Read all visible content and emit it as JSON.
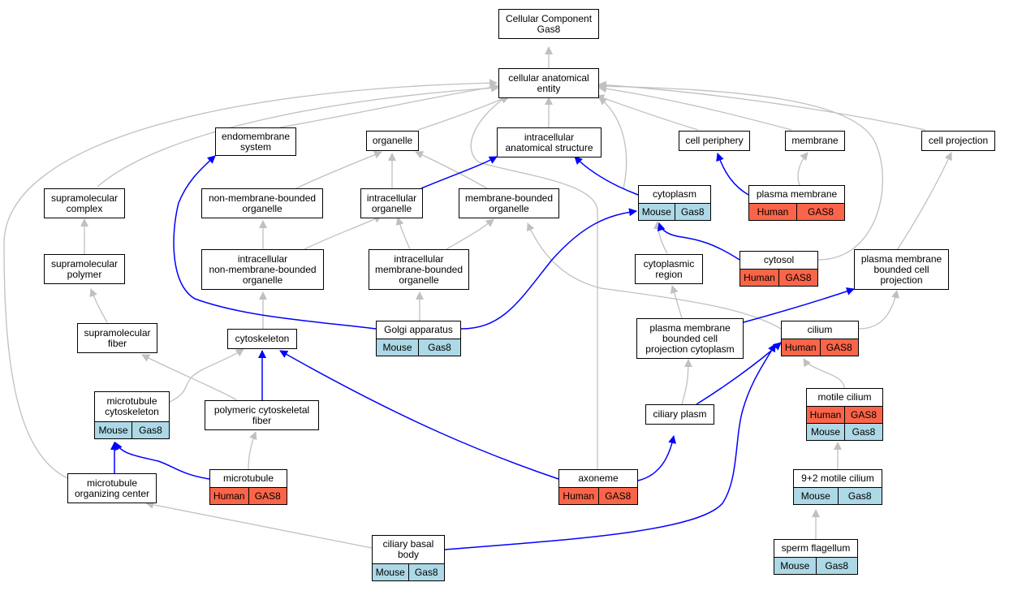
{
  "colors": {
    "gray_edge": "#c0c0c0",
    "blue_edge": "#0000ff",
    "human": "#fa6549",
    "mouse": "#add8e6"
  },
  "nodes": {
    "cc": {
      "lines": [
        "Cellular Component",
        "Gas8"
      ]
    },
    "cae": {
      "lines": [
        "cellular anatomical",
        "entity"
      ]
    },
    "endo": {
      "lines": [
        "endomembrane",
        "system"
      ]
    },
    "organelle": {
      "lines": [
        "organelle"
      ]
    },
    "ias": {
      "lines": [
        "intracellular",
        "anatomical structure"
      ]
    },
    "cellperiph": {
      "lines": [
        "cell periphery"
      ]
    },
    "membrane": {
      "lines": [
        "membrane"
      ]
    },
    "cellproj": {
      "lines": [
        "cell projection"
      ]
    },
    "supcomplex": {
      "lines": [
        "supramolecular",
        "complex"
      ]
    },
    "nonmemorg": {
      "lines": [
        "non-membrane-bounded",
        "organelle"
      ]
    },
    "intorg": {
      "lines": [
        "intracellular",
        "organelle"
      ]
    },
    "memorg": {
      "lines": [
        "membrane-bounded",
        "organelle"
      ]
    },
    "cytoplasm": {
      "lines": [
        "cytoplasm"
      ],
      "rows": [
        [
          {
            "t": "Mouse",
            "c": "mouse"
          },
          {
            "t": "Gas8",
            "c": "mouse"
          }
        ]
      ]
    },
    "plasmamem": {
      "lines": [
        "plasma membrane"
      ],
      "rows": [
        [
          {
            "t": "Human",
            "c": "human"
          },
          {
            "t": "GAS8",
            "c": "human"
          }
        ]
      ]
    },
    "suppoly": {
      "lines": [
        "supramolecular",
        "polymer"
      ]
    },
    "intnonmem": {
      "lines": [
        "intracellular",
        "non-membrane-bounded",
        "organelle"
      ]
    },
    "intmem": {
      "lines": [
        "intracellular",
        "membrane-bounded",
        "organelle"
      ]
    },
    "cytoregion": {
      "lines": [
        "cytoplasmic",
        "region"
      ]
    },
    "cytosol": {
      "lines": [
        "cytosol"
      ],
      "rows": [
        [
          {
            "t": "Human",
            "c": "human"
          },
          {
            "t": "GAS8",
            "c": "human"
          }
        ]
      ]
    },
    "pmbcp": {
      "lines": [
        "plasma membrane",
        "bounded cell",
        "projection"
      ]
    },
    "supfiber": {
      "lines": [
        "supramolecular",
        "fiber"
      ]
    },
    "cytoskel": {
      "lines": [
        "cytoskeleton"
      ]
    },
    "golgi": {
      "lines": [
        "Golgi apparatus"
      ],
      "rows": [
        [
          {
            "t": "Mouse",
            "c": "mouse"
          },
          {
            "t": "Gas8",
            "c": "mouse"
          }
        ]
      ]
    },
    "pmbcpc": {
      "lines": [
        "plasma membrane",
        "bounded cell",
        "projection cytoplasm"
      ]
    },
    "cilium": {
      "lines": [
        "cilium"
      ],
      "rows": [
        [
          {
            "t": "Human",
            "c": "human"
          },
          {
            "t": "GAS8",
            "c": "human"
          }
        ]
      ]
    },
    "mtcyto": {
      "lines": [
        "microtubule",
        "cytoskeleton"
      ],
      "rows": [
        [
          {
            "t": "Mouse",
            "c": "mouse"
          },
          {
            "t": "Gas8",
            "c": "mouse"
          }
        ]
      ]
    },
    "polycyto": {
      "lines": [
        "polymeric cytoskeletal",
        "fiber"
      ]
    },
    "ciliaryplasm": {
      "lines": [
        "ciliary plasm"
      ]
    },
    "motile": {
      "lines": [
        "motile cilium"
      ],
      "rows": [
        [
          {
            "t": "Human",
            "c": "human"
          },
          {
            "t": "GAS8",
            "c": "human"
          }
        ],
        [
          {
            "t": "Mouse",
            "c": "mouse"
          },
          {
            "t": "Gas8",
            "c": "mouse"
          }
        ]
      ]
    },
    "mtoc": {
      "lines": [
        "microtubule",
        "organizing center"
      ]
    },
    "microtubule": {
      "lines": [
        "microtubule"
      ],
      "rows": [
        [
          {
            "t": "Human",
            "c": "human"
          },
          {
            "t": "GAS8",
            "c": "human"
          }
        ]
      ]
    },
    "axoneme": {
      "lines": [
        "axoneme"
      ],
      "rows": [
        [
          {
            "t": "Human",
            "c": "human"
          },
          {
            "t": "GAS8",
            "c": "human"
          }
        ]
      ]
    },
    "ninetwo": {
      "lines": [
        "9+2 motile cilium"
      ],
      "rows": [
        [
          {
            "t": "Mouse",
            "c": "mouse"
          },
          {
            "t": "Gas8",
            "c": "mouse"
          }
        ]
      ]
    },
    "basal": {
      "lines": [
        "ciliary basal",
        "body"
      ],
      "rows": [
        [
          {
            "t": "Mouse",
            "c": "mouse"
          },
          {
            "t": "Gas8",
            "c": "mouse"
          }
        ]
      ]
    },
    "sperm": {
      "lines": [
        "sperm flagellum"
      ],
      "rows": [
        [
          {
            "t": "Mouse",
            "c": "mouse"
          },
          {
            "t": "Gas8",
            "c": "mouse"
          }
        ]
      ]
    }
  }
}
